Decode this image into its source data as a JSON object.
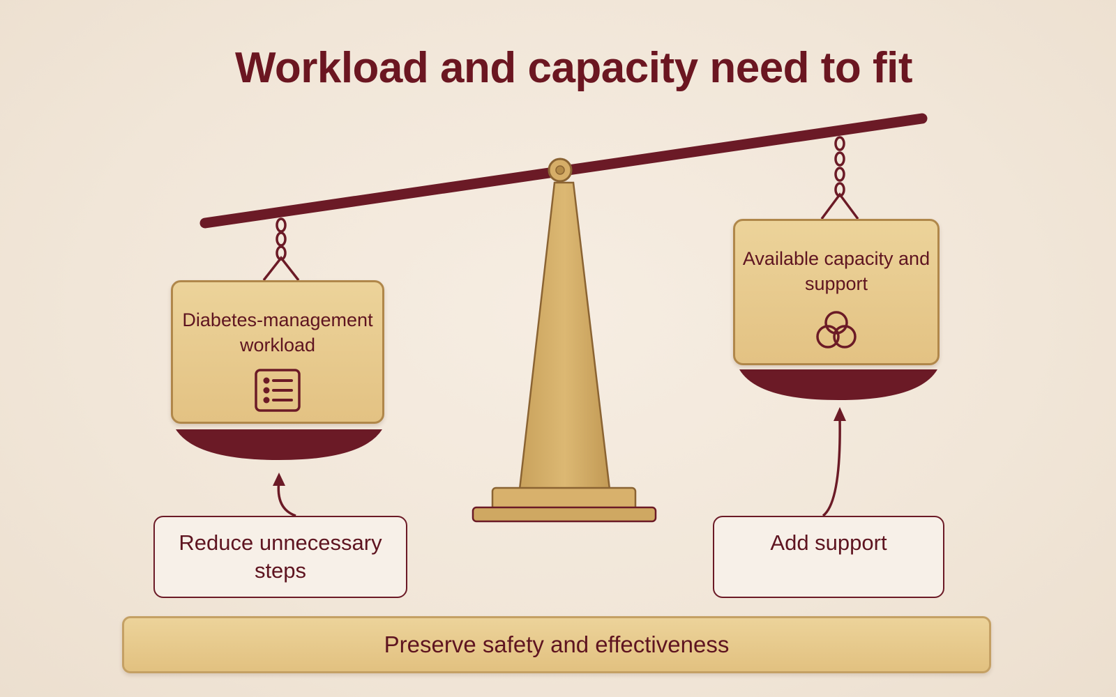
{
  "title": "Workload and capacity need to fit",
  "left_pan": {
    "label": "Diabetes-management workload",
    "icon": "checklist-icon"
  },
  "right_pan": {
    "label": "Available capacity and support",
    "icon": "interlocking-circles-icon"
  },
  "left_action": {
    "label": "Reduce unnecessary steps"
  },
  "right_action": {
    "label": "Add support"
  },
  "footer": {
    "label": "Preserve safety and effectiveness"
  },
  "colors": {
    "maroon": "#6b1621",
    "gold": "#e3c283",
    "background": "#f3e9dc"
  }
}
